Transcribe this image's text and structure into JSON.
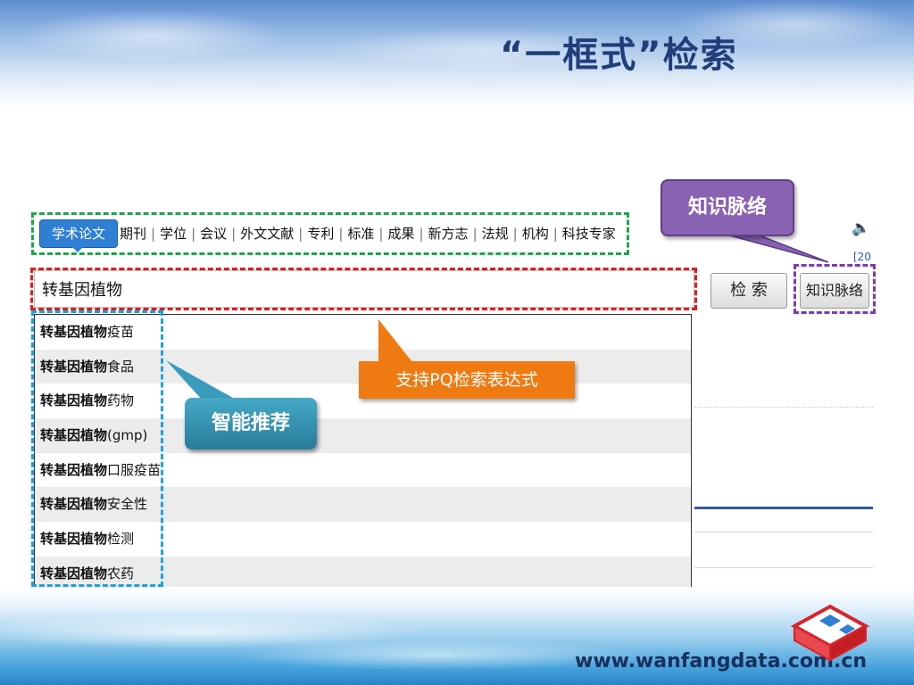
{
  "slide": {
    "title": "“一框式”检索",
    "footer_url": "www.wanfangdata.com.cn"
  },
  "search_ui": {
    "active_tab": "学术论文",
    "tabs": [
      "期刊",
      "学位",
      "会议",
      "外文文献",
      "专利",
      "标准",
      "成果",
      "新方志",
      "法规",
      "机构",
      "科技专家"
    ],
    "query": "转基因植物",
    "search_button": "检 索",
    "knowledge_button": "知识脉络",
    "ref_link": "[20",
    "suggestions": [
      {
        "strong": "转基因植物",
        "rest": "疫苗"
      },
      {
        "strong": "转基因植物",
        "rest": "食品"
      },
      {
        "strong": "转基因植物",
        "rest": "药物"
      },
      {
        "strong": "转基因植物",
        "rest": "(gmp)"
      },
      {
        "strong": "转基因植物",
        "rest": "口服疫苗"
      },
      {
        "strong": "转基因植物",
        "rest": "安全性"
      },
      {
        "strong": "转基因植物",
        "rest": "检测"
      },
      {
        "strong": "转基因植物",
        "rest": "农药"
      }
    ]
  },
  "callouts": {
    "knowledge": "知识脉络",
    "pq": "支持PQ检索表达式",
    "smart": "智能推荐"
  },
  "icons": {
    "speaker": "speaker-icon",
    "logo": "wanfang-logo-icon"
  },
  "colors": {
    "title": "#1f3e7a",
    "tab_active": "#2f7fd5",
    "box_green": "#1ea64a",
    "box_red": "#e01c1c",
    "box_blue": "#1ba3dd",
    "box_purple": "#7b3bb3",
    "callout_orange": "#f07a12",
    "callout_purple": "#8a62b4",
    "callout_teal": "#2f8fae"
  }
}
